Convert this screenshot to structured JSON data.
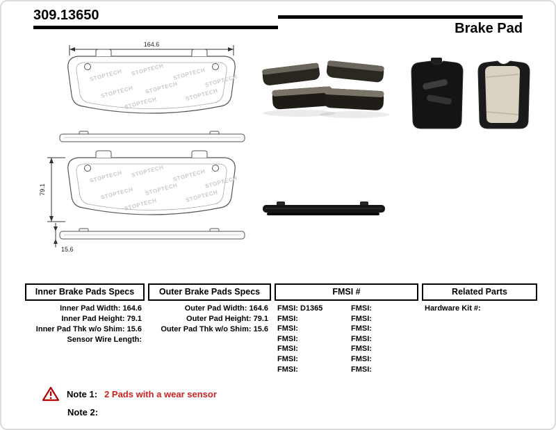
{
  "header": {
    "part_number": "309.13650",
    "product_type": "Brake Pad"
  },
  "drawing": {
    "watermark": "STOPTECH",
    "width_dim": "164.6",
    "height_dim": "79.1",
    "thickness_dim": "15.6"
  },
  "tables": {
    "inner": {
      "title": "Inner Brake Pads Specs",
      "rows": [
        "Inner Pad Width: 164.6",
        "Inner Pad Height: 79.1",
        "Inner Pad Thk w/o Shim: 15.6",
        "Sensor Wire Length:"
      ]
    },
    "outer": {
      "title": "Outer Brake Pads Specs",
      "rows": [
        "Outer Pad Width: 164.6",
        "Outer Pad Height: 79.1",
        "Outer Pad Thk w/o Shim: 15.6"
      ]
    },
    "fmsi": {
      "title": "FMSI #",
      "rows": [
        {
          "left": "FMSI: D1365",
          "right": "FMSI:"
        },
        {
          "left": "FMSI:",
          "right": "FMSI:"
        },
        {
          "left": "FMSI:",
          "right": "FMSI:"
        },
        {
          "left": "FMSI:",
          "right": "FMSI:"
        },
        {
          "left": "FMSI:",
          "right": "FMSI:"
        },
        {
          "left": "FMSI:",
          "right": "FMSI:"
        },
        {
          "left": "FMSI:",
          "right": "FMSI:"
        }
      ]
    },
    "related": {
      "title": "Related Parts",
      "rows": [
        "Hardware Kit #:"
      ]
    }
  },
  "notes": {
    "note1_label": "Note 1:",
    "note1_text": "2 Pads with a wear sensor",
    "note2_label": "Note 2:"
  },
  "colors": {
    "accent_red": "#cc2222",
    "rule_black": "#000000"
  }
}
